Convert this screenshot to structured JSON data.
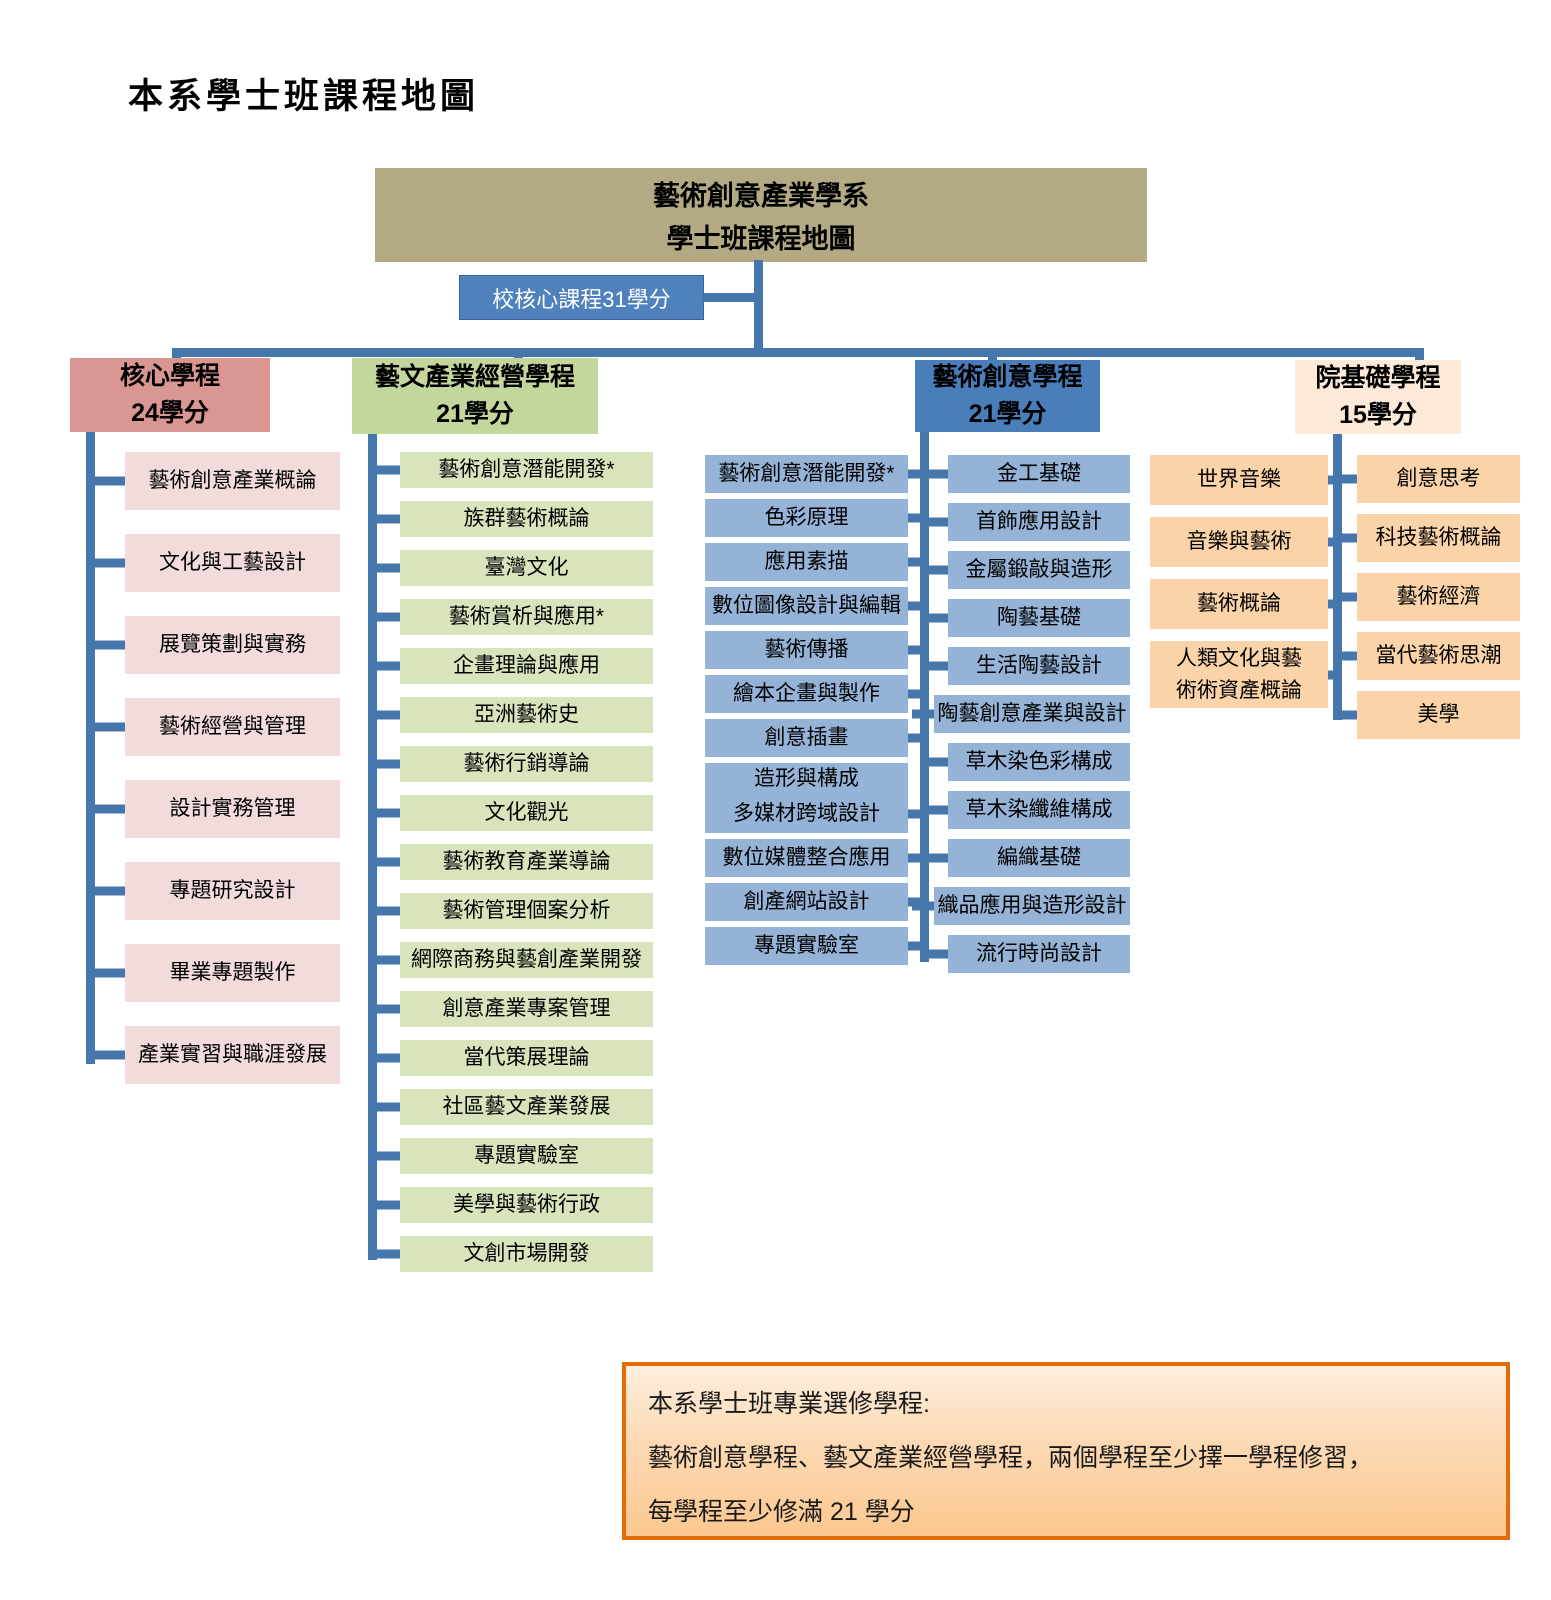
{
  "page_title": "本系學士班課程地圖",
  "root_box": {
    "line1": "藝術創意產業學系",
    "line2": "學士班課程地圖"
  },
  "school_core_label": "校核心課程31學分",
  "programs": {
    "core": {
      "title": "核心學程",
      "credits": "24學分",
      "courses": [
        "藝術創意產業概論",
        "文化與工藝設計",
        "展覽策劃與實務",
        "藝術經營與管理",
        "設計實務管理",
        "專題研究設計",
        "畢業專題製作",
        "產業實習與職涯發展"
      ]
    },
    "business": {
      "title": "藝文產業經營學程",
      "credits": "21學分",
      "courses": [
        "藝術創意潛能開發*",
        "族群藝術概論",
        "臺灣文化",
        "藝術賞析與應用*",
        "企畫理論與應用",
        "亞洲藝術史",
        "藝術行銷導論",
        "文化觀光",
        "藝術教育產業導論",
        "藝術管理個案分析",
        "網際商務與藝創產業開發",
        "創意產業專案管理",
        "當代策展理論",
        "社區藝文產業發展",
        "專題實驗室",
        "美學與藝術行政",
        "文創市場開發"
      ]
    },
    "creative": {
      "title": "藝術創意學程",
      "credits": "21學分",
      "courses_left": [
        "藝術創意潛能開發*",
        "色彩原理",
        "應用素描",
        "數位圖像設計與編輯",
        "藝術傳播",
        "繪本企畫與製作",
        "創意插畫",
        "造形與構成",
        "多媒材跨域設計",
        "數位媒體整合應用",
        "創產網站設計",
        "專題實驗室"
      ],
      "courses_right": [
        "金工基礎",
        "首飾應用設計",
        "金屬鍛敲與造形",
        "陶藝基礎",
        "生活陶藝設計",
        "陶藝創意產業與設計",
        "草木染色彩構成",
        "草木染纖維構成",
        "編織基礎",
        "織品應用與造形設計",
        "流行時尚設計"
      ],
      "clipped_course": "造形與構成",
      "wide_courses": [
        "陶藝創意產業與設計",
        "織品應用與造形設計"
      ]
    },
    "foundation": {
      "title": "院基礎學程",
      "credits": "15學分",
      "courses_left": [
        "世界音樂",
        "音樂與藝術",
        "藝術概論",
        "人類文化與藝\n術術資產概論"
      ],
      "courses_right": [
        "創意思考",
        "科技藝術概論",
        "藝術經濟",
        "當代藝術思潮",
        "美學"
      ]
    }
  },
  "note": {
    "line1": "本系學士班專業選修學程:",
    "line2": "藝術創意學程、藝文產業經營學程，兩個學程至少擇一學程修習，",
    "line3": "每學程至少修滿 21 學分"
  },
  "colors": {
    "line": "#4576ac",
    "root_bg": "#b3a983",
    "core_box_bg": "#4f81bd",
    "pink_header": "#d99693",
    "pink_item": "#f2dcdb",
    "green_header": "#c3d69b",
    "green_item": "#d7e4bc",
    "blue_header": "#4a7ebb",
    "blue_item": "#95b3d7",
    "peach_header": "#fdead9",
    "orange_item": "#fbd3a8",
    "note_border": "#e36c0a"
  }
}
